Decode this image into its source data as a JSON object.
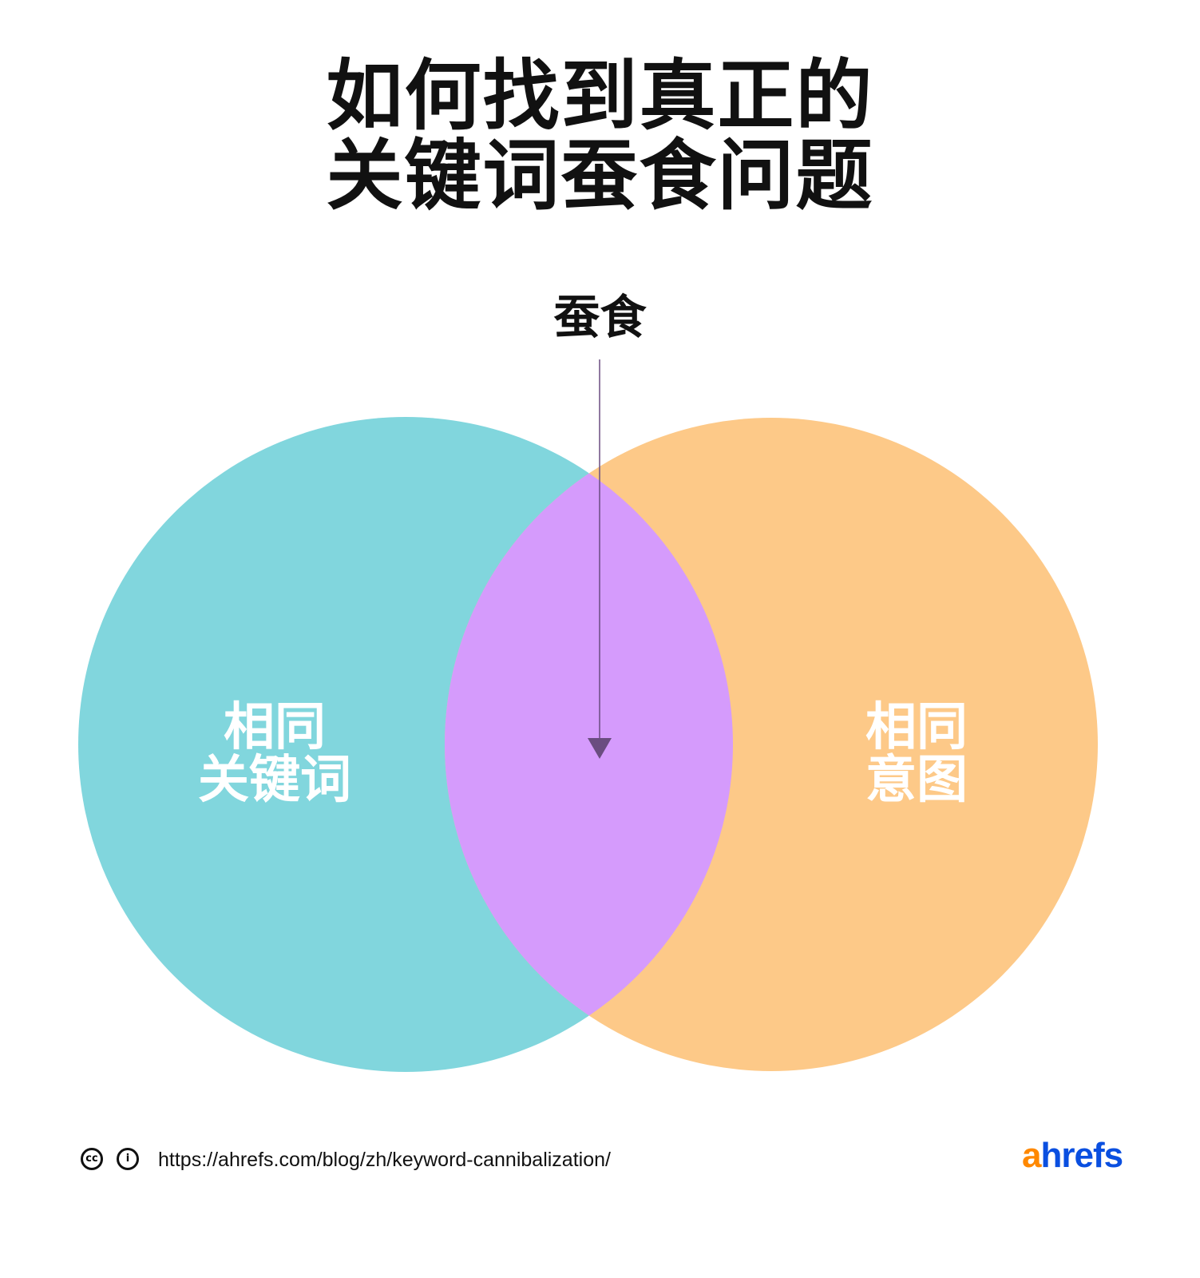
{
  "title": {
    "line1": "如何找到真正的",
    "line2": "关键词蚕食问题"
  },
  "callout": "蚕食",
  "venn": {
    "left": {
      "line1": "相同",
      "line2": "关键词",
      "color": "#81d6dd"
    },
    "right": {
      "line1": "相同",
      "line2": "意图",
      "color": "#fdc988"
    },
    "overlap": {
      "color": "#d59bfc"
    },
    "arrow_color": "#6a4d80"
  },
  "footer": {
    "url": "https://ahrefs.com/blog/zh/keyword-cannibalization/",
    "cc_icon": "cc-icon",
    "by_icon": "attribution-icon",
    "logo": {
      "a": "a",
      "rest": "hrefs",
      "a_color": "#ff8800",
      "rest_color": "#0a4fe0"
    }
  }
}
